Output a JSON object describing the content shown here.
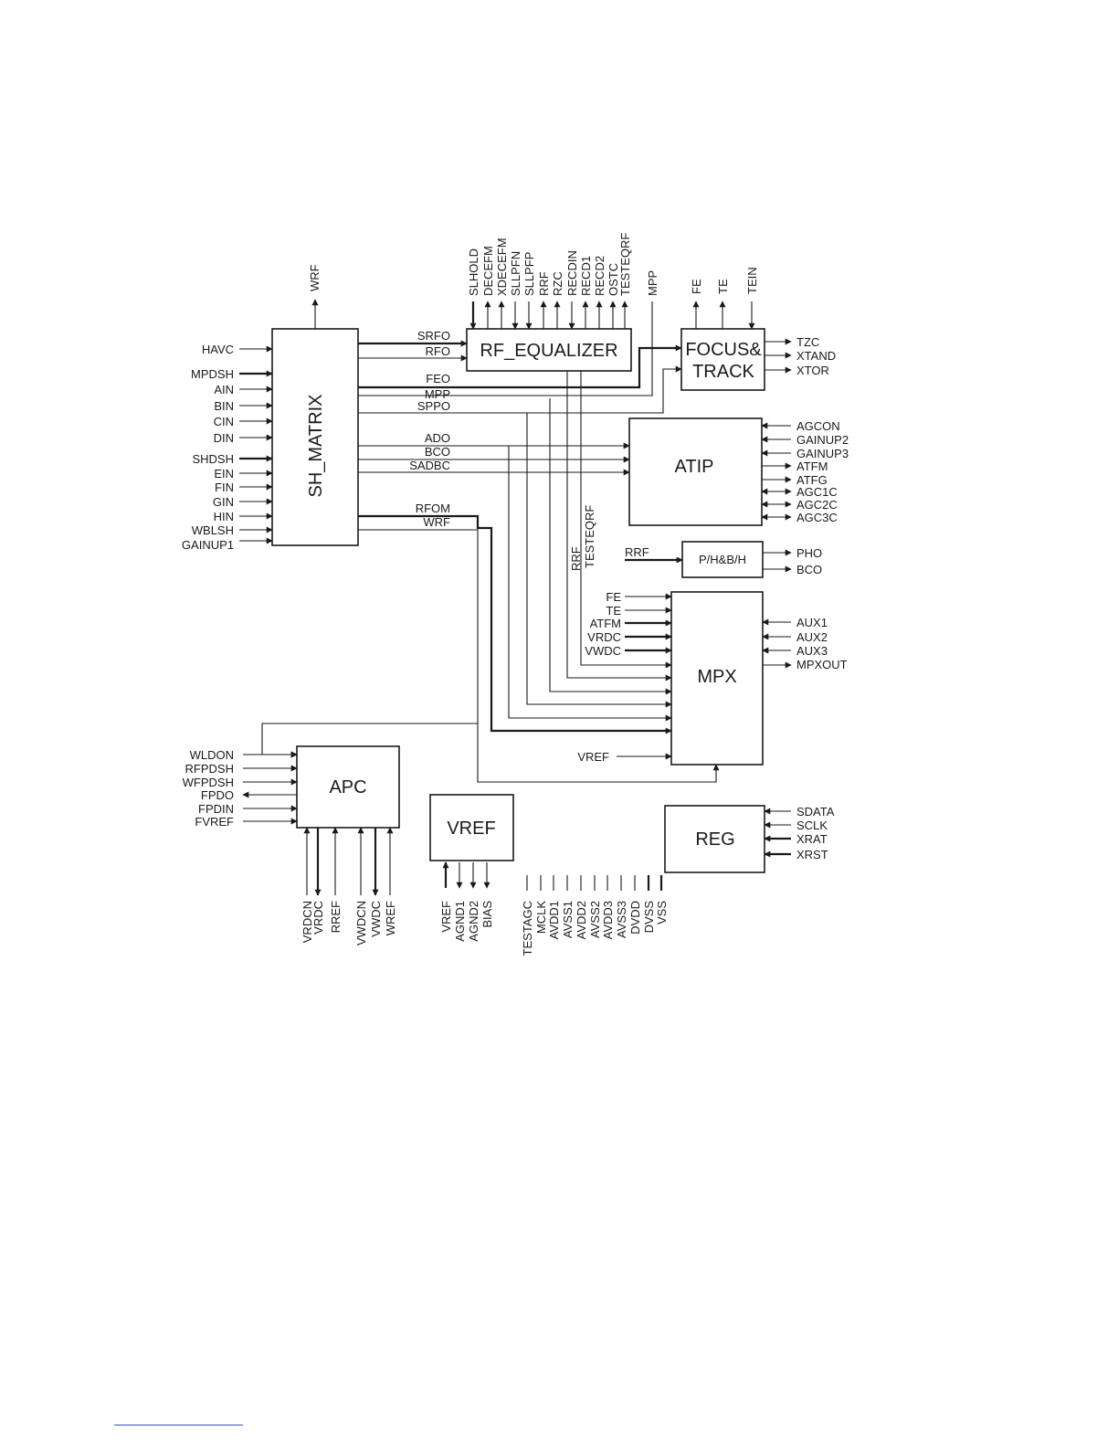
{
  "blocks": {
    "sh_matrix": "SH_MATRIX",
    "rf_equalizer": "RF_EQUALIZER",
    "focus_track_1": "FOCUS&",
    "focus_track_2": "TRACK",
    "atip": "ATIP",
    "phbh": "P/H&B/H",
    "mpx": "MPX",
    "apc": "APC",
    "vref": "VREF",
    "reg": "REG"
  },
  "sh_matrix": {
    "top_output": "WRF",
    "inputs": [
      "HAVC",
      "MPDSH",
      "AIN",
      "BIN",
      "CIN",
      "DIN",
      "SHDSH",
      "EIN",
      "FIN",
      "GIN",
      "HIN",
      "WBLSH",
      "GAINUP1"
    ],
    "outputs": [
      "SRFO",
      "RFO",
      "FEO",
      "MPP",
      "SPPO",
      "ADO",
      "BCO",
      "SADBC",
      "RFOM",
      "WRF"
    ]
  },
  "rf_equalizer": {
    "top_pins": [
      "SLHOLD",
      "DECEFM",
      "XDECEFM",
      "SLLPFN",
      "SLLPFP",
      "RRF",
      "RZC",
      "RECDIN",
      "RECD1",
      "RECD2",
      "OSTC",
      "TESTEQRF"
    ],
    "mpp_pin": "MPP",
    "inner_labels": [
      "RRF",
      "TESTEQRF"
    ]
  },
  "focus_track": {
    "top_pins": [
      "FE",
      "TE",
      "TEIN"
    ],
    "outputs": [
      "TZC",
      "XTAND",
      "XTOR"
    ]
  },
  "atip": {
    "right_pins": [
      "AGCON",
      "GAINUP2",
      "GAINUP3",
      "ATFM",
      "ATFG",
      "AGC1C",
      "AGC2C",
      "AGC3C"
    ]
  },
  "phbh": {
    "input": "RRF",
    "outputs": [
      "PHO",
      "BCO"
    ]
  },
  "mpx": {
    "left_inputs": [
      "FE",
      "TE",
      "ATFM",
      "VRDC",
      "VWDC"
    ],
    "right_pins": [
      "AUX1",
      "AUX2",
      "AUX3",
      "MPXOUT"
    ],
    "vref_input": "VREF"
  },
  "apc": {
    "left_pins": [
      "WLDON",
      "RFPDSH",
      "WFPDSH",
      "FPDO",
      "FPDIN",
      "FVREF"
    ],
    "bottom_pins": [
      "VRDCN",
      "VRDC",
      "RREF",
      "VWDCN",
      "VWDC",
      "WREF"
    ]
  },
  "vref": {
    "bottom_pins": [
      "VREF",
      "AGND1",
      "AGND2",
      "BIAS"
    ]
  },
  "reg": {
    "right_pins": [
      "SDATA",
      "SCLK",
      "XRAT",
      "XRST"
    ]
  },
  "power_pins": [
    "TESTAGC",
    "MCLK",
    "AVDD1",
    "AVSS1",
    "AVDD2",
    "AVSS2",
    "AVDD3",
    "AVSS3",
    "DVDD",
    "DVSS",
    "VSS"
  ]
}
